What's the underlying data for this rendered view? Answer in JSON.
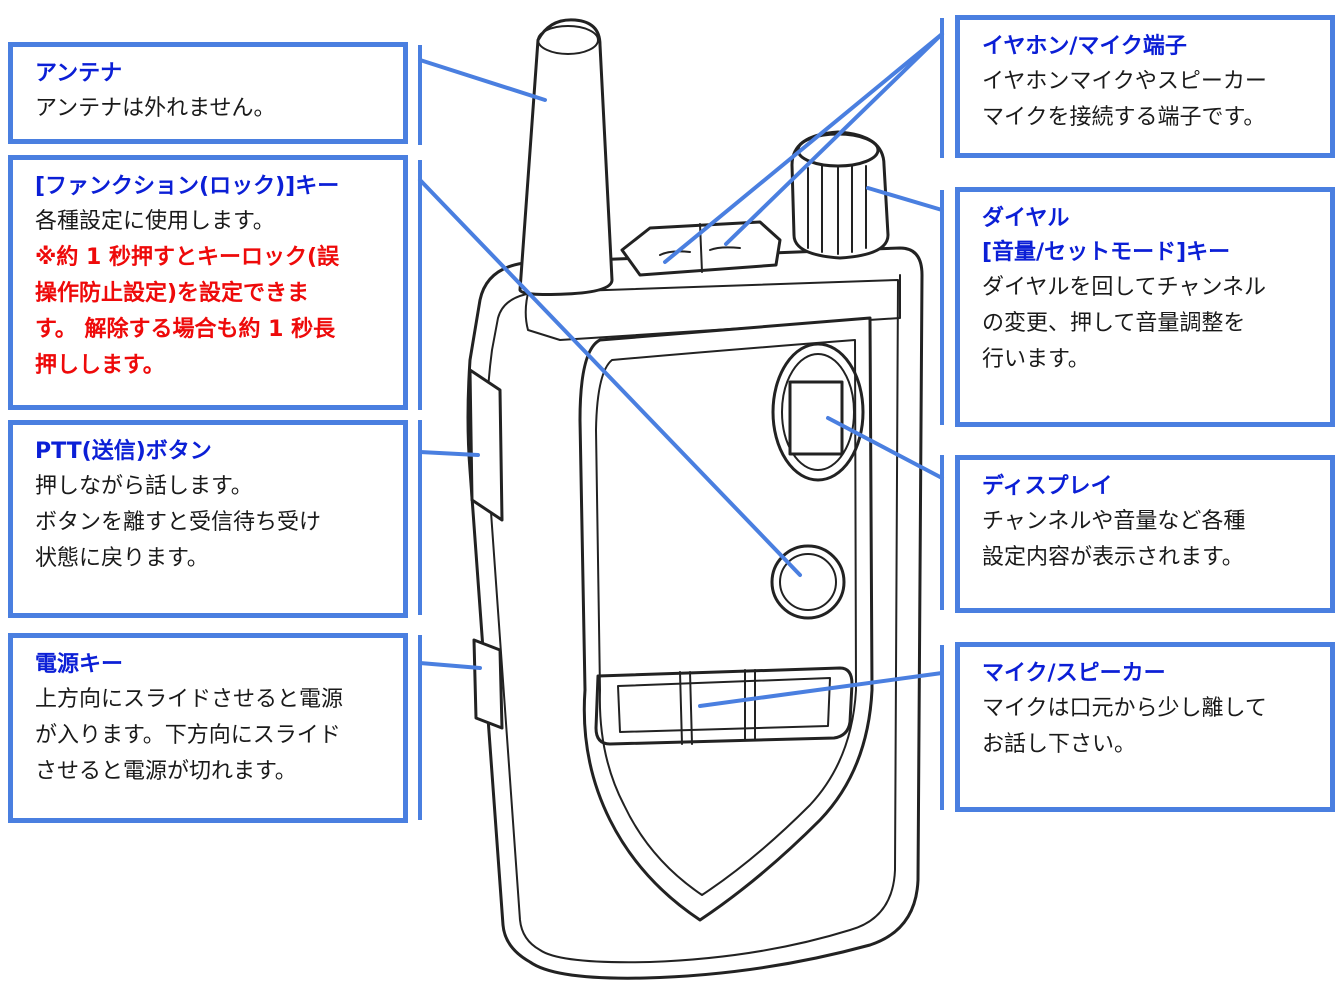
{
  "colors": {
    "callout_border": "#4a7fe0",
    "leader_line": "#4a7fe0",
    "title_text": "#0b1fd6",
    "warning_text": "#ee0a0a",
    "body_text": "#1a1a1a"
  },
  "callouts": {
    "antenna": {
      "title": "アンテナ",
      "body": "アンテナは外れません。"
    },
    "function_key": {
      "title": "[ファンクション(ロック)]キー",
      "body": "各種設定に使用します。",
      "warning": "※約 1 秒押すとキーロック(誤\n操作防止設定)を設定できま\nす。 解除する場合も約 1 秒長\n押しします。"
    },
    "ptt_button": {
      "title": "PTT(送信)ボタン",
      "body": "押しながら話します。\nボタンを離すと受信待ち受け\n状態に戻ります。"
    },
    "power_key": {
      "title": "電源キー",
      "body": "上方向にスライドさせると電源\nが入ります。下方向にスライド\nさせると電源が切れます。"
    },
    "earphone_jack": {
      "title": "イヤホン/マイク端子",
      "body": "イヤホンマイクやスピーカー\nマイクを接続する端子です。"
    },
    "dial": {
      "title": "ダイヤル",
      "title2": "[音量/セットモード]キー",
      "body": "ダイヤルを回してチャンネル\nの変更、押して音量調整を\n行います。"
    },
    "display": {
      "title": "ディスプレイ",
      "body": "チャンネルや音量など各種\n設定内容が表示されます。"
    },
    "mic_speaker": {
      "title": "マイク/スピーカー",
      "body": "マイクは口元から少し離して\nお話し下さい。"
    }
  }
}
